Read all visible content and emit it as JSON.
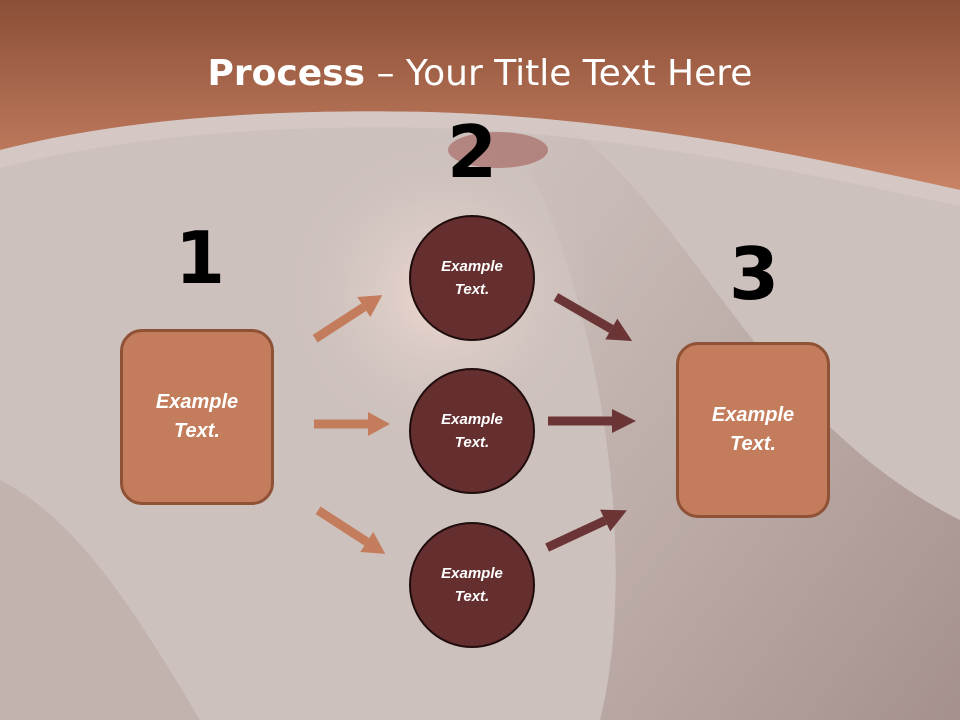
{
  "title": {
    "bold": "Process",
    "rest": " – Your Title Text Here"
  },
  "steps": {
    "one": "1",
    "two": "2",
    "three": "3"
  },
  "left_box": {
    "label": "Example Text."
  },
  "circles": [
    {
      "label": "Example Text."
    },
    {
      "label": "Example Text."
    },
    {
      "label": "Example Text."
    }
  ],
  "right_box": {
    "label": "Example Text."
  },
  "colors": {
    "header": "#b97659",
    "box_fill": "#c47d5c",
    "circle_fill": "#662f2f",
    "arrow_light": "#c47d5c",
    "arrow_dark": "#6b3535"
  }
}
